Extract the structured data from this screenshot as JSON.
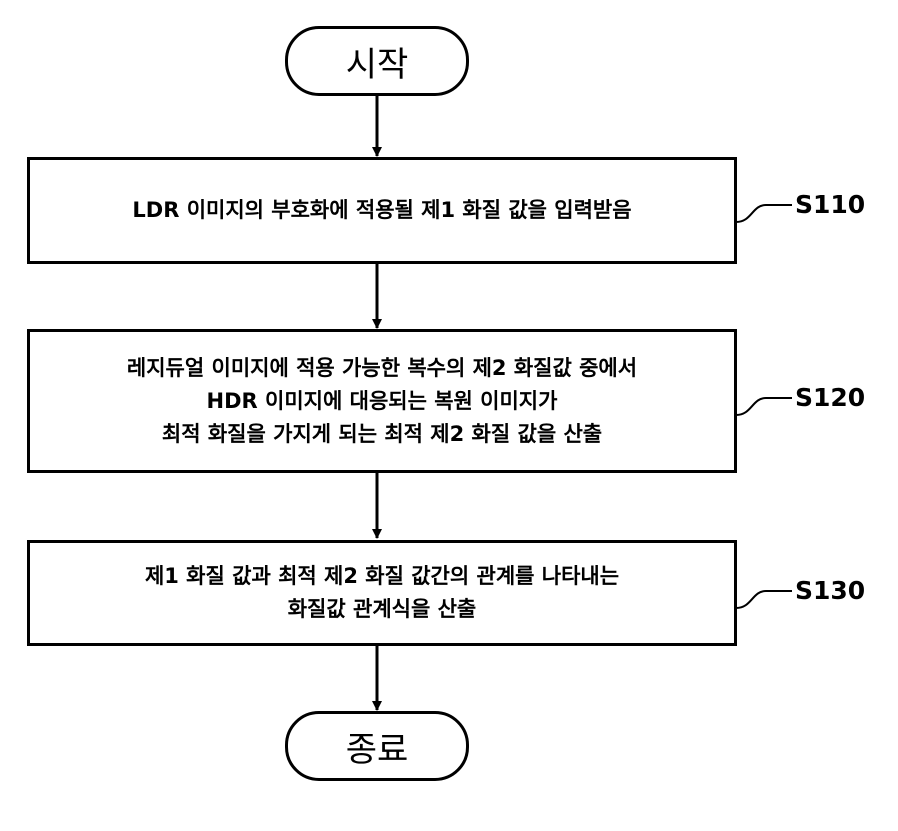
{
  "flowchart": {
    "start": {
      "label": "시작"
    },
    "steps": [
      {
        "id": "S110",
        "lines": [
          "LDR 이미지의 부호화에 적용될 제1 화질 값을 입력받음"
        ]
      },
      {
        "id": "S120",
        "lines": [
          "레지듀얼 이미지에 적용 가능한 복수의 제2 화질값 중에서",
          "HDR 이미지에 대응되는 복원 이미지가",
          "최적 화질을 가지게 되는 최적 제2 화질 값을 산출"
        ]
      },
      {
        "id": "S130",
        "lines": [
          "제1 화질 값과 최적 제2 화질 값간의 관계를 나타내는",
          "화질값 관계식을 산출"
        ]
      }
    ],
    "end": {
      "label": "종료"
    }
  }
}
